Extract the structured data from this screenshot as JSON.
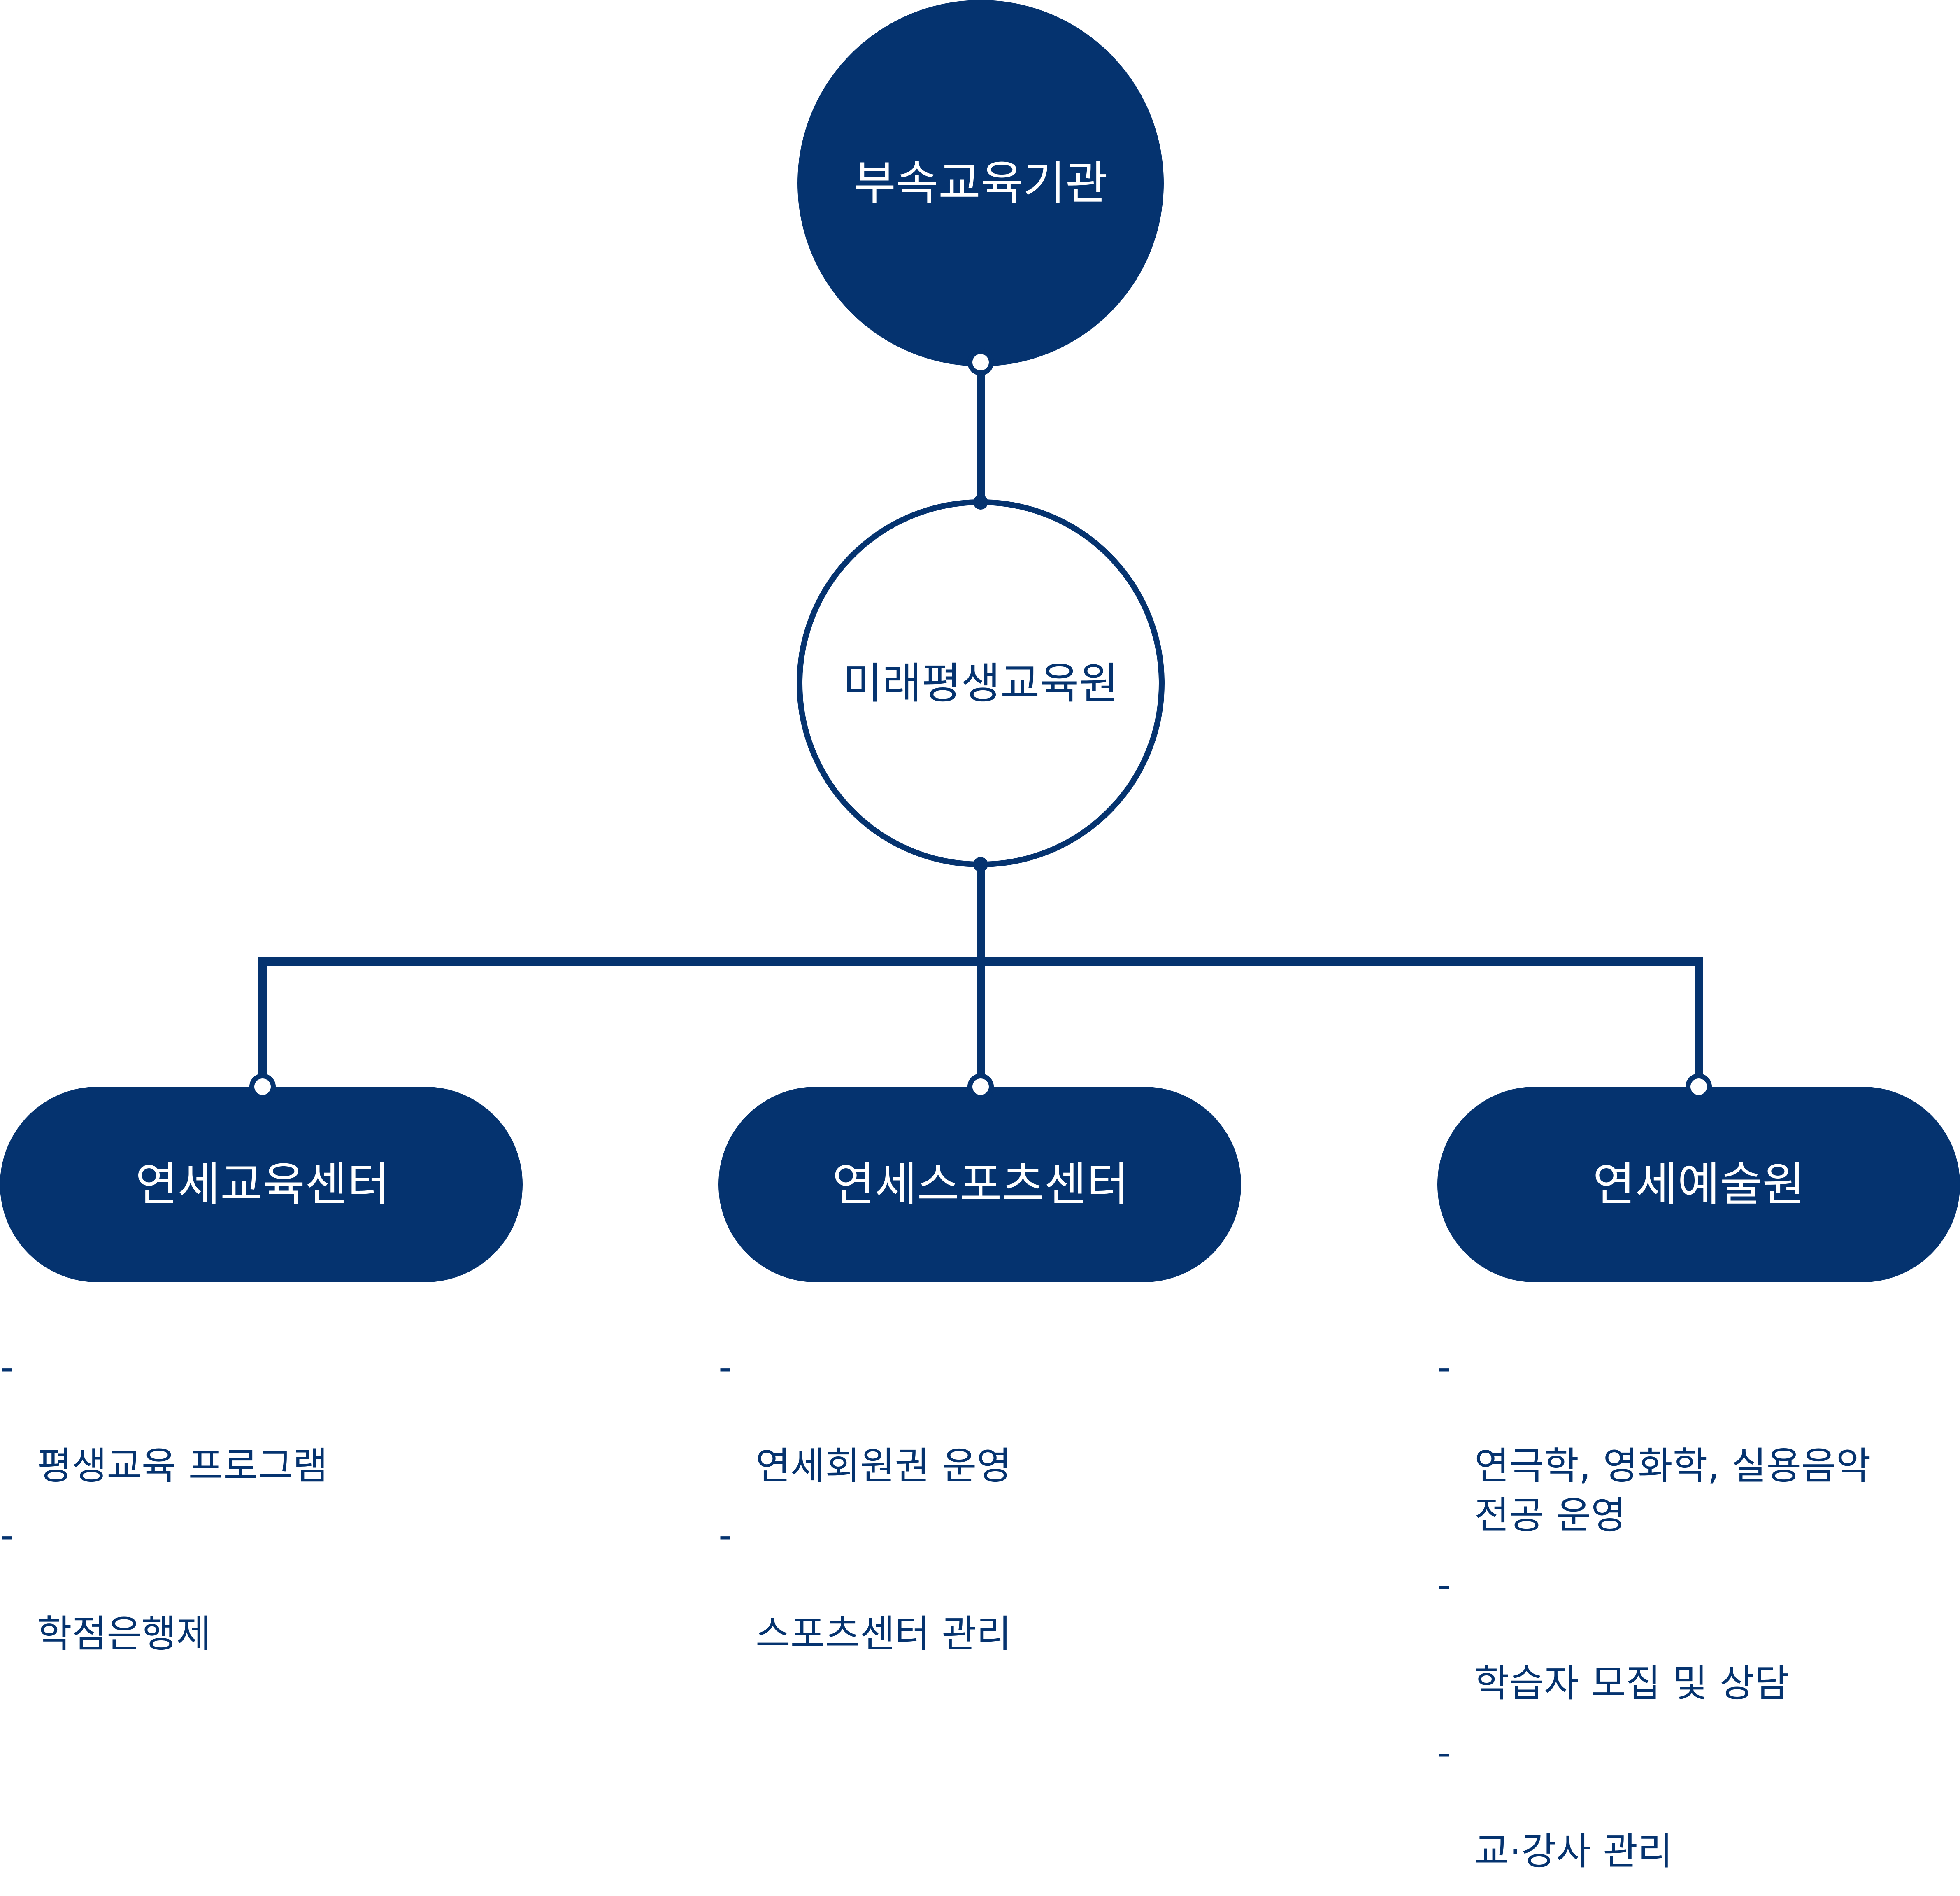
{
  "colors": {
    "navy": "#05336f",
    "white": "#ffffff"
  },
  "root": {
    "label": "부속교육기관"
  },
  "middle": {
    "label": "미래평생교육원"
  },
  "children": [
    {
      "label": "연세교육센터",
      "items": [
        "평생교육 프로그램",
        "학점은행제"
      ]
    },
    {
      "label": "연세스포츠센터",
      "items": [
        "연세회원권 운영",
        "스포츠센터 관리"
      ]
    },
    {
      "label": "연세예술원",
      "items": [
        "연극학, 영화학, 실용음악\n전공 운영",
        "학습자 모집 및 상담",
        "교·강사 관리"
      ]
    }
  ],
  "bullet": "-"
}
